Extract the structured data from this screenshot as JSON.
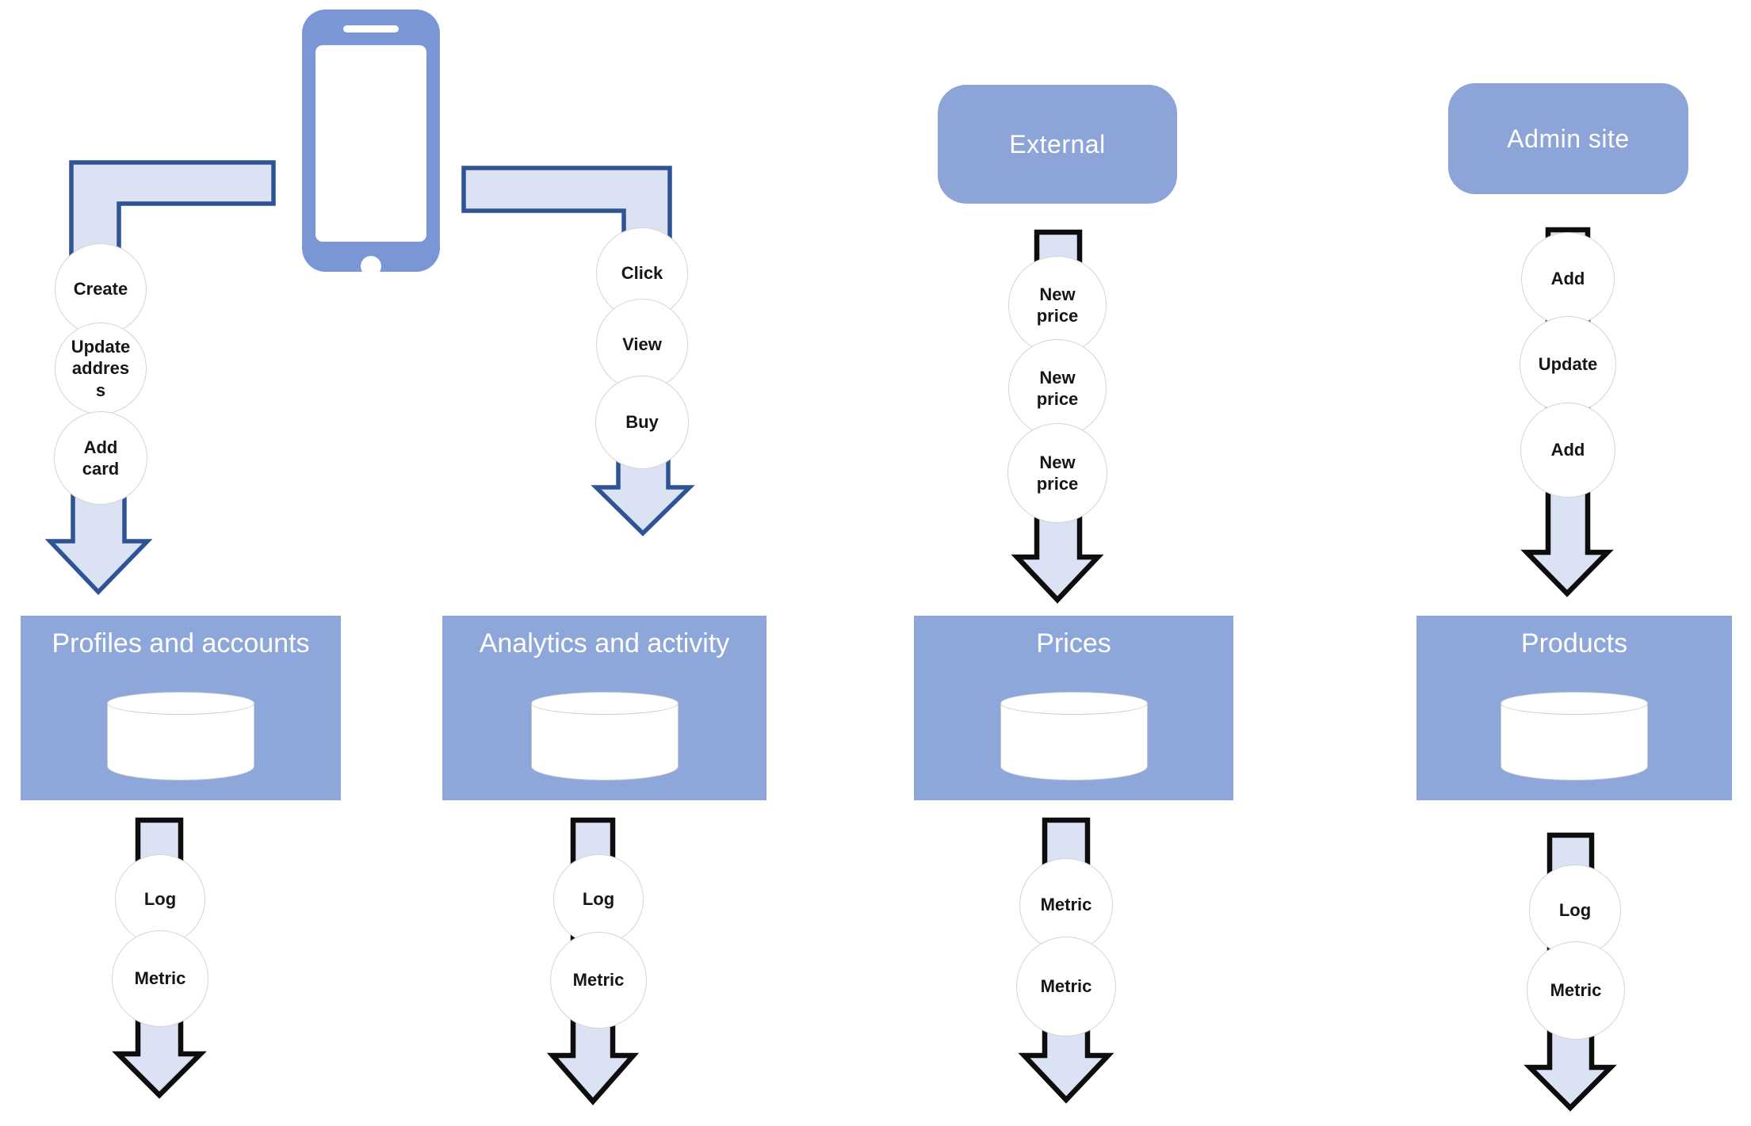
{
  "diagram": {
    "icons": {
      "phone": "smartphone-icon",
      "database": "database-cylinder-icon"
    },
    "colors": {
      "store_box_fill": "#8ea7da",
      "source_box_fill": "#8ca4d8",
      "phone_fill": "#7b96d4",
      "connector_fill": "#dbe2f4",
      "connector_border_blue": "#2f5496",
      "connector_border_black": "#0d0d0d",
      "store_title_text": "#ffffff",
      "circle_text": "#161616"
    },
    "columns": [
      {
        "source_icon": "smartphone-icon",
        "events_in": [
          "Create",
          "Update address",
          "Add card"
        ],
        "store": "Profiles and accounts",
        "events_out": [
          "Log",
          "Metric"
        ]
      },
      {
        "source_icon": "smartphone-icon",
        "events_in": [
          "Click",
          "View",
          "Buy"
        ],
        "store": "Analytics and activity",
        "events_out": [
          "Log",
          "Metric"
        ]
      },
      {
        "source_label": "External",
        "events_in": [
          "New price",
          "New price",
          "New price"
        ],
        "store": "Prices",
        "events_out": [
          "Metric",
          "Metric"
        ]
      },
      {
        "source_label": "Admin site",
        "events_in": [
          "Add",
          "Update",
          "Add"
        ],
        "store": "Products",
        "events_out": [
          "Log",
          "Metric"
        ]
      }
    ]
  }
}
